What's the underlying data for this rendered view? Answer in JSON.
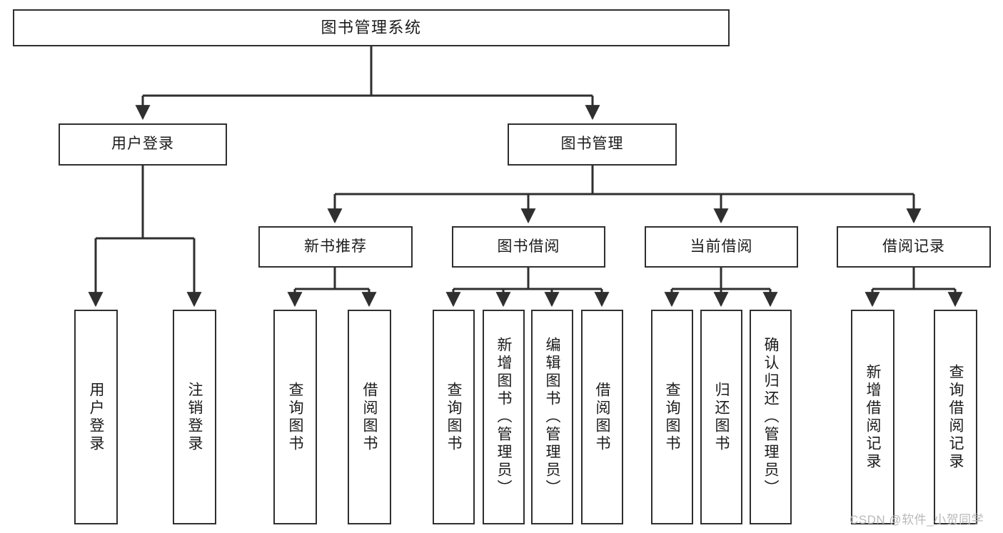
{
  "diagram": {
    "type": "hierarchy-tree",
    "title": "图书管理系统",
    "watermark": "CSDN @软件_小贺同学",
    "colors": {
      "box_border": "#2f2f2f",
      "box_fill": "#ffffff",
      "connector": "#2f2f2f",
      "text": "#1b1b1b",
      "watermark": "#b9b9b9",
      "background": "#ffffff"
    },
    "nodes": {
      "root": {
        "label": "图书管理系统"
      },
      "level2": [
        {
          "label": "用户登录"
        },
        {
          "label": "图书管理"
        }
      ],
      "level3": [
        {
          "label": "新书推荐"
        },
        {
          "label": "图书借阅"
        },
        {
          "label": "当前借阅"
        },
        {
          "label": "借阅记录"
        }
      ],
      "leaves": {
        "user_login": [
          {
            "label": "用户登录"
          },
          {
            "label": "注销登录"
          }
        ],
        "new_book_recommend": [
          {
            "label": "查询图书"
          },
          {
            "label": "借阅图书"
          }
        ],
        "book_borrow": [
          {
            "label": "查询图书"
          },
          {
            "label": "新增图书（管理员）"
          },
          {
            "label": "编辑图书（管理员）"
          },
          {
            "label": "借阅图书"
          }
        ],
        "current_borrow": [
          {
            "label": "查询图书"
          },
          {
            "label": "归还图书"
          },
          {
            "label": "确认归还（管理员）"
          }
        ],
        "borrow_record": [
          {
            "label": "新增借阅记录"
          },
          {
            "label": "查询借阅记录"
          }
        ]
      }
    }
  }
}
